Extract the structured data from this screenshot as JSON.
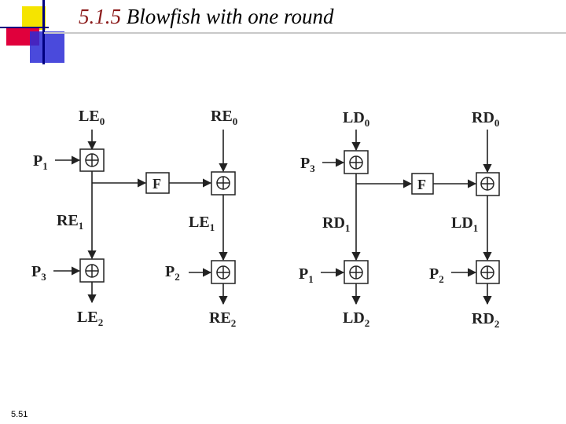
{
  "slide": {
    "title_number": "5.1.5",
    "title_text": "Blowfish with one round",
    "slide_number": "5.51"
  },
  "colors": {
    "title_number": "#8b1a1a",
    "deco_yellow": "#f5e400",
    "deco_red": "#e0003c",
    "deco_blue": "#2a2ad6",
    "deco_navy": "#000080"
  },
  "diagram": {
    "encryption": {
      "LE0": {
        "base": "LE",
        "sub": "0"
      },
      "RE0": {
        "base": "RE",
        "sub": "0"
      },
      "P1": {
        "base": "P",
        "sub": "1"
      },
      "F": "F",
      "RE1": {
        "base": "RE",
        "sub": "1"
      },
      "LE1": {
        "base": "LE",
        "sub": "1"
      },
      "P3": {
        "base": "P",
        "sub": "3"
      },
      "P2": {
        "base": "P",
        "sub": "2"
      },
      "LE2": {
        "base": "LE",
        "sub": "2"
      },
      "RE2": {
        "base": "RE",
        "sub": "2"
      }
    },
    "decryption": {
      "LD0": {
        "base": "LD",
        "sub": "0"
      },
      "RD0": {
        "base": "RD",
        "sub": "0"
      },
      "P3": {
        "base": "P",
        "sub": "3"
      },
      "F": "F",
      "RD1": {
        "base": "RD",
        "sub": "1"
      },
      "LD1": {
        "base": "LD",
        "sub": "1"
      },
      "P1": {
        "base": "P",
        "sub": "1"
      },
      "P2": {
        "base": "P",
        "sub": "2"
      },
      "LD2": {
        "base": "LD",
        "sub": "2"
      },
      "RD2": {
        "base": "RD",
        "sub": "2"
      }
    }
  }
}
